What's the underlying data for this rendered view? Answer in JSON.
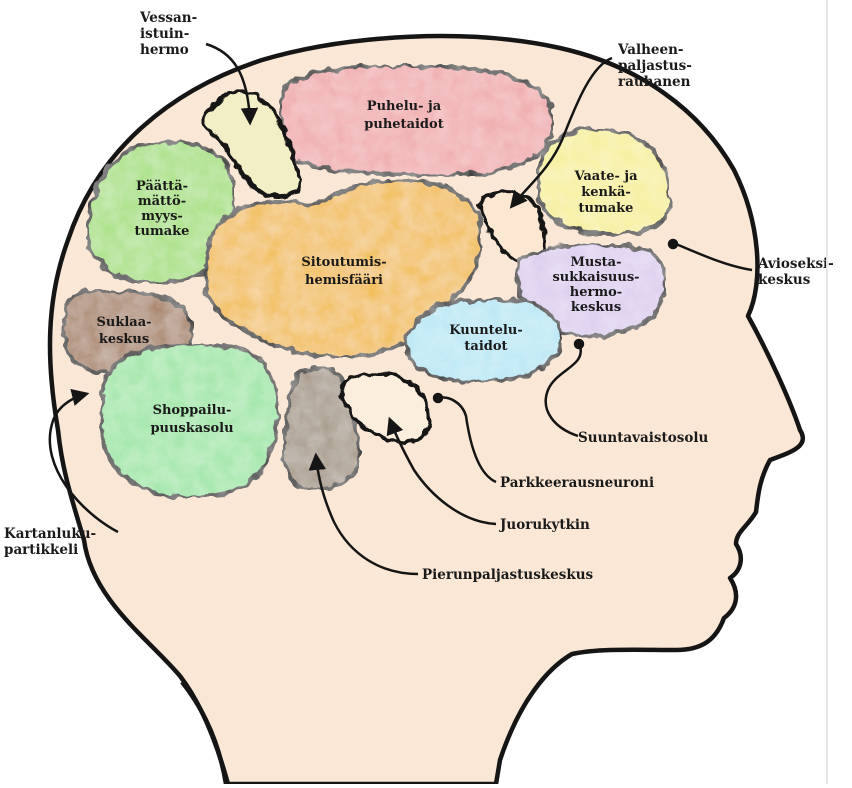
{
  "diagram": {
    "colors": {
      "outline": "#151515",
      "head_fill": "#fae7d6",
      "puhelu": "#f0a9ab",
      "paattamatto": "#a6e07e",
      "vessan": "#f2efc6",
      "sitoutumis": "#f2bd4f",
      "vaate": "#f6ef98",
      "valheen": "#fbe7d2",
      "musta": "#dccdef",
      "kuuntelu": "#b8e7f4",
      "suklaa": "#a98368",
      "shoppailu": "#9ee6a6",
      "pierun": "#a39483",
      "juoru": "#fbeedd"
    },
    "regions": {
      "puhelu": [
        "Puhelu- ja",
        "puhetaidot"
      ],
      "paattamatto": [
        "Päättä-",
        "mättö-",
        "myys-",
        "tumake"
      ],
      "sitoutumis": [
        "Sitoutumis-",
        "hemisfääri"
      ],
      "vaate": [
        "Vaate- ja",
        "kenkä-",
        "tumake"
      ],
      "musta": [
        "Musta-",
        "sukkaisuus-",
        "hermo-",
        "keskus"
      ],
      "kuuntelu": [
        "Kuuntelu-",
        "taidot"
      ],
      "suklaa": [
        "Suklaa-",
        "keskus"
      ],
      "shoppailu": [
        "Shoppailu-",
        "puuskasolu"
      ]
    },
    "callouts": {
      "vessan": [
        "Vessan-",
        "istuin-",
        "hermo"
      ],
      "valheen": [
        "Valheen-",
        "paljastus-",
        "rauhanen"
      ],
      "avio": [
        "Avioseksi-",
        "keskus"
      ],
      "suunta": [
        "Suuntavaistosolu"
      ],
      "parkkeeraus": [
        "Parkkeerausneuroni"
      ],
      "juoru": [
        "Juorukytkin"
      ],
      "pierun": [
        "Pierunpaljastuskeskus"
      ],
      "kartan": [
        "Kartanluku-",
        "partikkeli"
      ]
    }
  }
}
